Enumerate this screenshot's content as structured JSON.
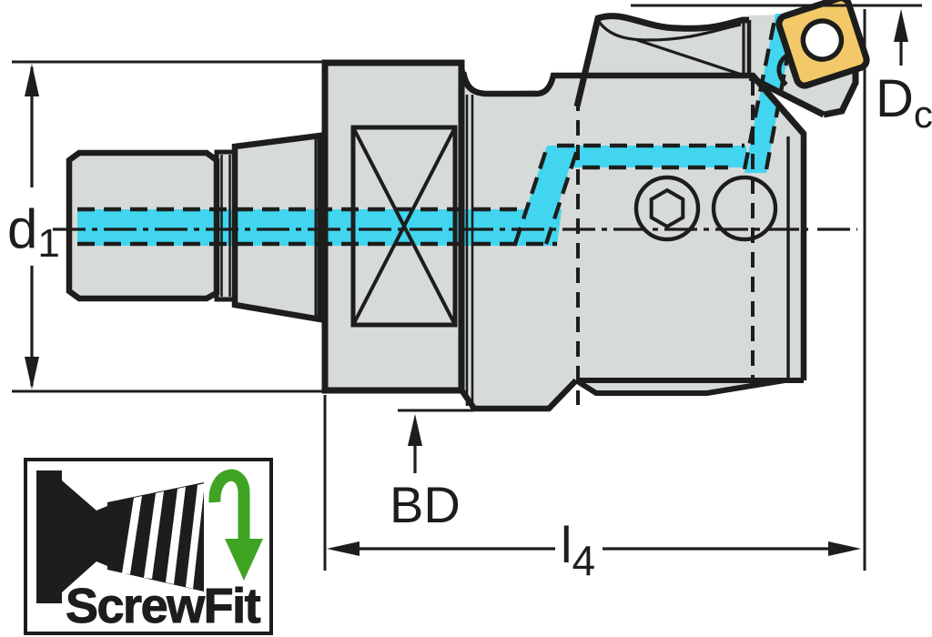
{
  "dimensions": {
    "d1": {
      "main": "d",
      "sub": "1"
    },
    "Dc": {
      "main": "D",
      "sub": "c"
    },
    "BD": {
      "label": "BD"
    },
    "l4": {
      "main": "l",
      "sub": "4"
    }
  },
  "logo": {
    "text": "ScrewFit"
  },
  "colors": {
    "body_gray": "#d6dad9",
    "coolant_cyan": "#41d5f0",
    "insert_yellow": "#f3c868",
    "arrow_green": "#3fa424",
    "line_black": "#1d1d1b",
    "background": "#ffffff"
  }
}
